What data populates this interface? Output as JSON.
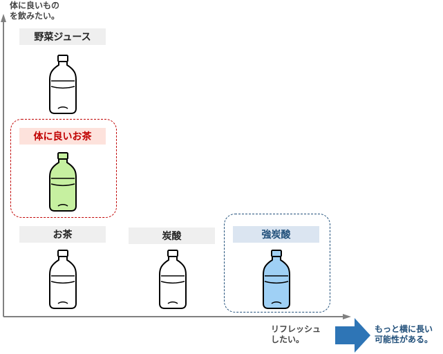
{
  "axes": {
    "y_label": "体に良いもの\nを飲みたい。",
    "x_label": "リフレッシュ\nしたい。"
  },
  "items": {
    "vegetable_juice": "野菜ジュース",
    "healthy_tea": "体に良いお茶",
    "tea": "お茶",
    "soda": "炭酸",
    "strong_soda": "強炭酸"
  },
  "arrow_note": "もっと横に長い\n可能性がある。",
  "colors": {
    "highlight_red": "#c00000",
    "highlight_blue": "#1f4e79",
    "green_bottle": "#c6f0a0",
    "blue_bottle": "#9fd0f5",
    "arrow": "#2e75b6"
  }
}
